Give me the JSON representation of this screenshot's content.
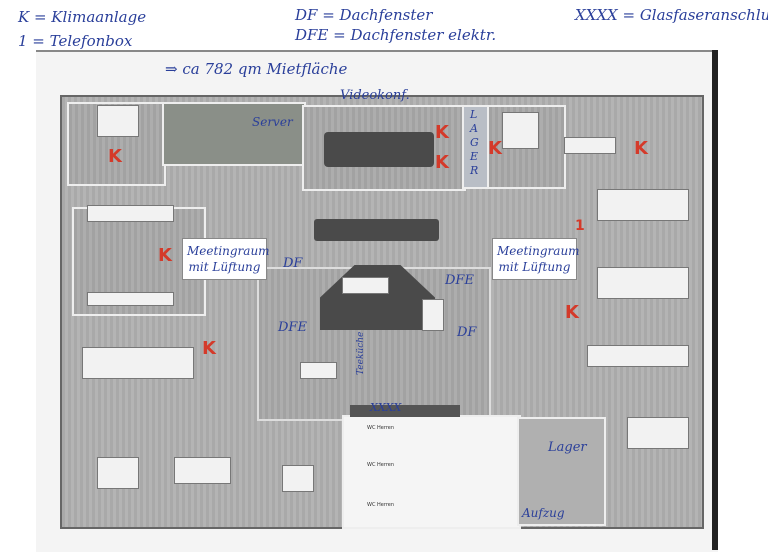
{
  "legend": {
    "k": "K = Klimaanlage",
    "one": "1 = Telefonbox",
    "df": "DF = Dachfenster",
    "dfe": "DFE = Dachfenster elektr.",
    "xxxx": "XXXX = Glasfaseranschluss"
  },
  "area_note": "⇒ ca 782 qm Mietfläche",
  "rooms": {
    "video": "Videokonf.",
    "server": "Server",
    "lager_vertical": "LAGER",
    "meeting_left": "Meetingraum mit Lüftung",
    "meeting_right": "Meetingraum mit Lüftung",
    "lager": "Lager",
    "aufzug": "Aufzug",
    "kitchen": "Teeküche",
    "wc1": "WC Herren",
    "wc2": "WC Herren",
    "wc3": "WC Herren"
  },
  "markers": {
    "k": "K",
    "phonebox": "1",
    "df": "DF",
    "dfe": "DFE",
    "xxxx": "XXXX"
  },
  "colors": {
    "marker": "#d43a2a",
    "ink": "#2a3f9a"
  }
}
